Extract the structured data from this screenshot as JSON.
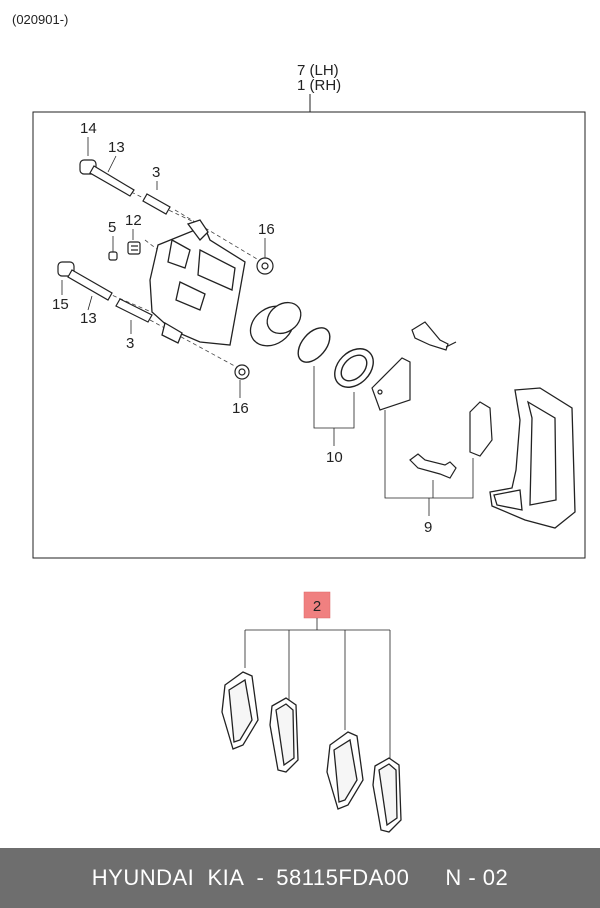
{
  "header": {
    "date_code": "(020901-)"
  },
  "assembly_label": {
    "lh": "7 (LH)",
    "rh": "1 (RH)"
  },
  "callouts": {
    "c14": "14",
    "c13a": "13",
    "c3a": "3",
    "c5": "5",
    "c12": "12",
    "c16a": "16",
    "c15": "15",
    "c13b": "13",
    "c3b": "3",
    "c16b": "16",
    "c10": "10",
    "c9": "9",
    "c2": "2"
  },
  "colors": {
    "highlight": "#f08080",
    "footer_bg": "#6e6e6e",
    "line": "#222222"
  },
  "footer": {
    "brand": "HYUNDAI  KIA",
    "dash": "-",
    "part_number": "58115FDA00",
    "page": "N - 02"
  }
}
